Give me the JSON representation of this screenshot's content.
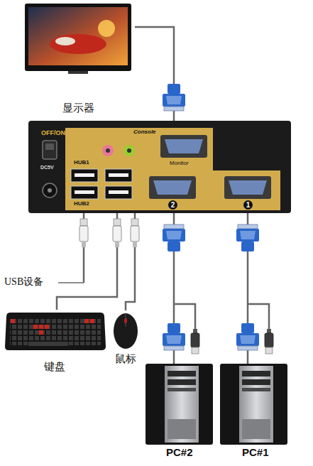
{
  "diagram": {
    "nodes": [
      {
        "text": [
          "显示器"
        ]
      },
      {
        "text": [
          "OFF/ON",
          "DC5V",
          "Console",
          "HUB1",
          "Monitor",
          "HUB2",
          "2",
          "1"
        ]
      },
      {
        "text": [
          "键盘"
        ]
      },
      {
        "text": [
          "鼠标"
        ]
      },
      {
        "text": [
          "PC#2"
        ]
      },
      {
        "text": [
          "PC#1"
        ]
      }
    ],
    "edges": [
      {
        "from": 0,
        "to": 1,
        "arrow": "none"
      },
      {
        "from": 1,
        "to": 2,
        "arrow": "none"
      },
      {
        "from": 1,
        "to": 3,
        "arrow": "none"
      },
      {
        "from": 1,
        "to": 4,
        "arrow": "none"
      },
      {
        "from": 1,
        "to": 5,
        "arrow": "none"
      }
    ],
    "labels": [
      "USB设备"
    ]
  }
}
